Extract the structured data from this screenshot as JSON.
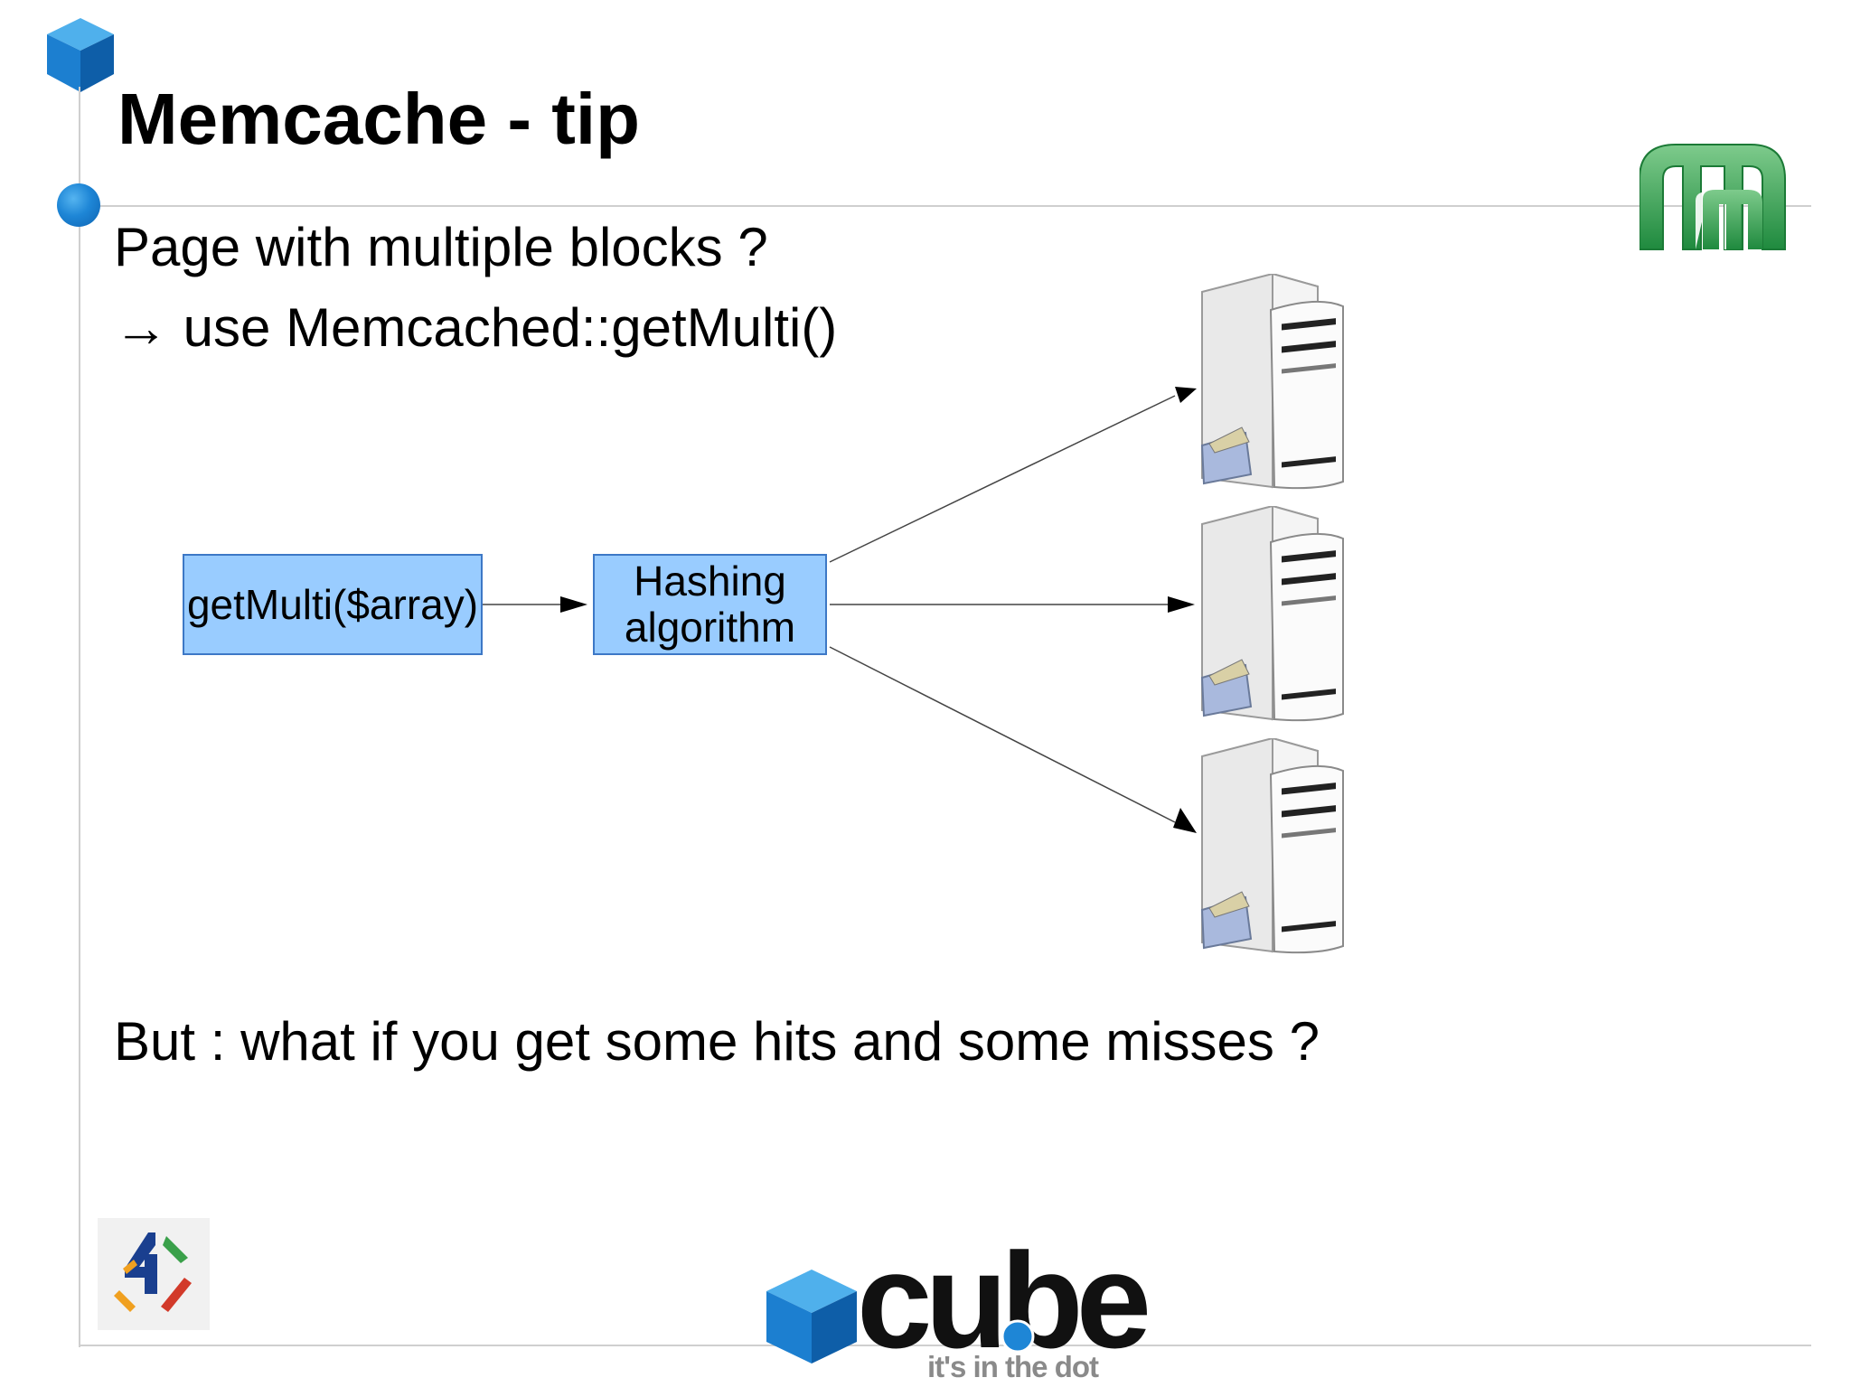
{
  "slide": {
    "title": "Memcache - tip",
    "bullet_1": "Page with multiple blocks ?",
    "bullet_2": "→ use Memcached::getMulti()",
    "bullet_3": "But : what if you get some hits and some misses ?"
  },
  "diagram": {
    "box_1": "getMulti($array)",
    "box_2_line_1": "Hashing",
    "box_2_line_2": "algorithm",
    "server_count": 3,
    "colors": {
      "box_fill": "#99ccff",
      "box_border": "#3d78c6"
    }
  },
  "branding": {
    "cube_logo_text": "cube",
    "tagline": "it's in the dot",
    "logo_icons": [
      "memcached-logo-icon",
      "4-logo-icon",
      "cube-logo-icon"
    ],
    "colors": {
      "accent_blue": "#1e86d6",
      "memcached_green": "#2e9e4f"
    }
  }
}
